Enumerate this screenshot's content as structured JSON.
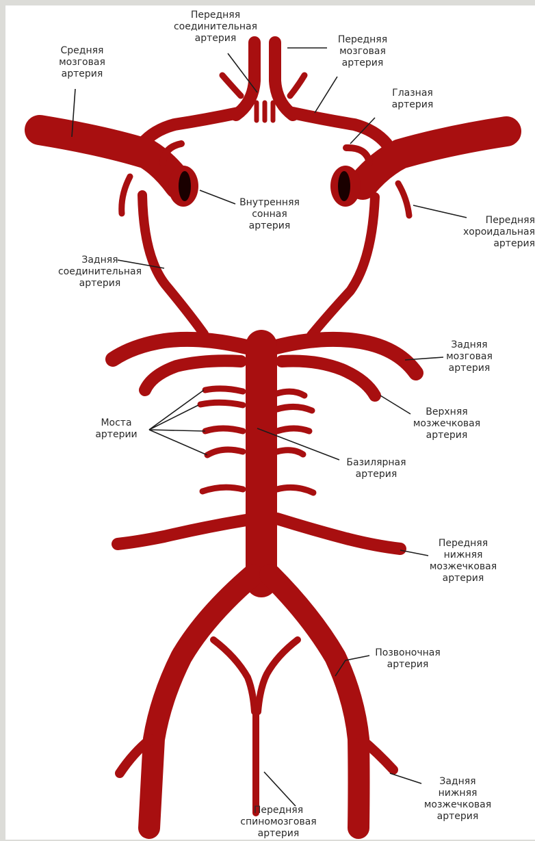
{
  "colors": {
    "artery": "#a80f10",
    "lumen": "#1a0000",
    "leader": "#1c1c1c",
    "background": "#ffffff",
    "page": "#dcdcd8"
  },
  "labels": {
    "anterior_communicating": [
      "Передняя",
      "соединительная",
      "артерия"
    ],
    "anterior_cerebral": [
      "Передняя",
      "мозговая",
      "артерия"
    ],
    "middle_cerebral": [
      "Средняя",
      "мозговая",
      "артерия"
    ],
    "ophthalmic": [
      "Глазная",
      "артерия"
    ],
    "internal_carotid": [
      "Внутренняя",
      "сонная",
      "артерия"
    ],
    "anterior_choroidal": [
      "Передняя",
      "хороидальная",
      "артерия"
    ],
    "posterior_communicating": [
      "Задняя",
      "соединительная",
      "артерия"
    ],
    "posterior_cerebral": [
      "Задняя",
      "мозговая",
      "артерия"
    ],
    "superior_cerebellar": [
      "Верхняя",
      "мозжечковая",
      "артерия"
    ],
    "pontine": [
      "Моста",
      "артерии"
    ],
    "basilar": [
      "Базилярная",
      "артерия"
    ],
    "anterior_inferior_cerebellar": [
      "Передняя",
      "нижняя",
      "мозжечковая",
      "артерия"
    ],
    "vertebral": [
      "Позвоночная",
      "артерия"
    ],
    "anterior_spinal": [
      "Передняя",
      "спиномозговая",
      "артерия"
    ],
    "posterior_inferior_cerebellar": [
      "Задняя",
      "нижняя",
      "мозжечковая",
      "артерия"
    ]
  }
}
